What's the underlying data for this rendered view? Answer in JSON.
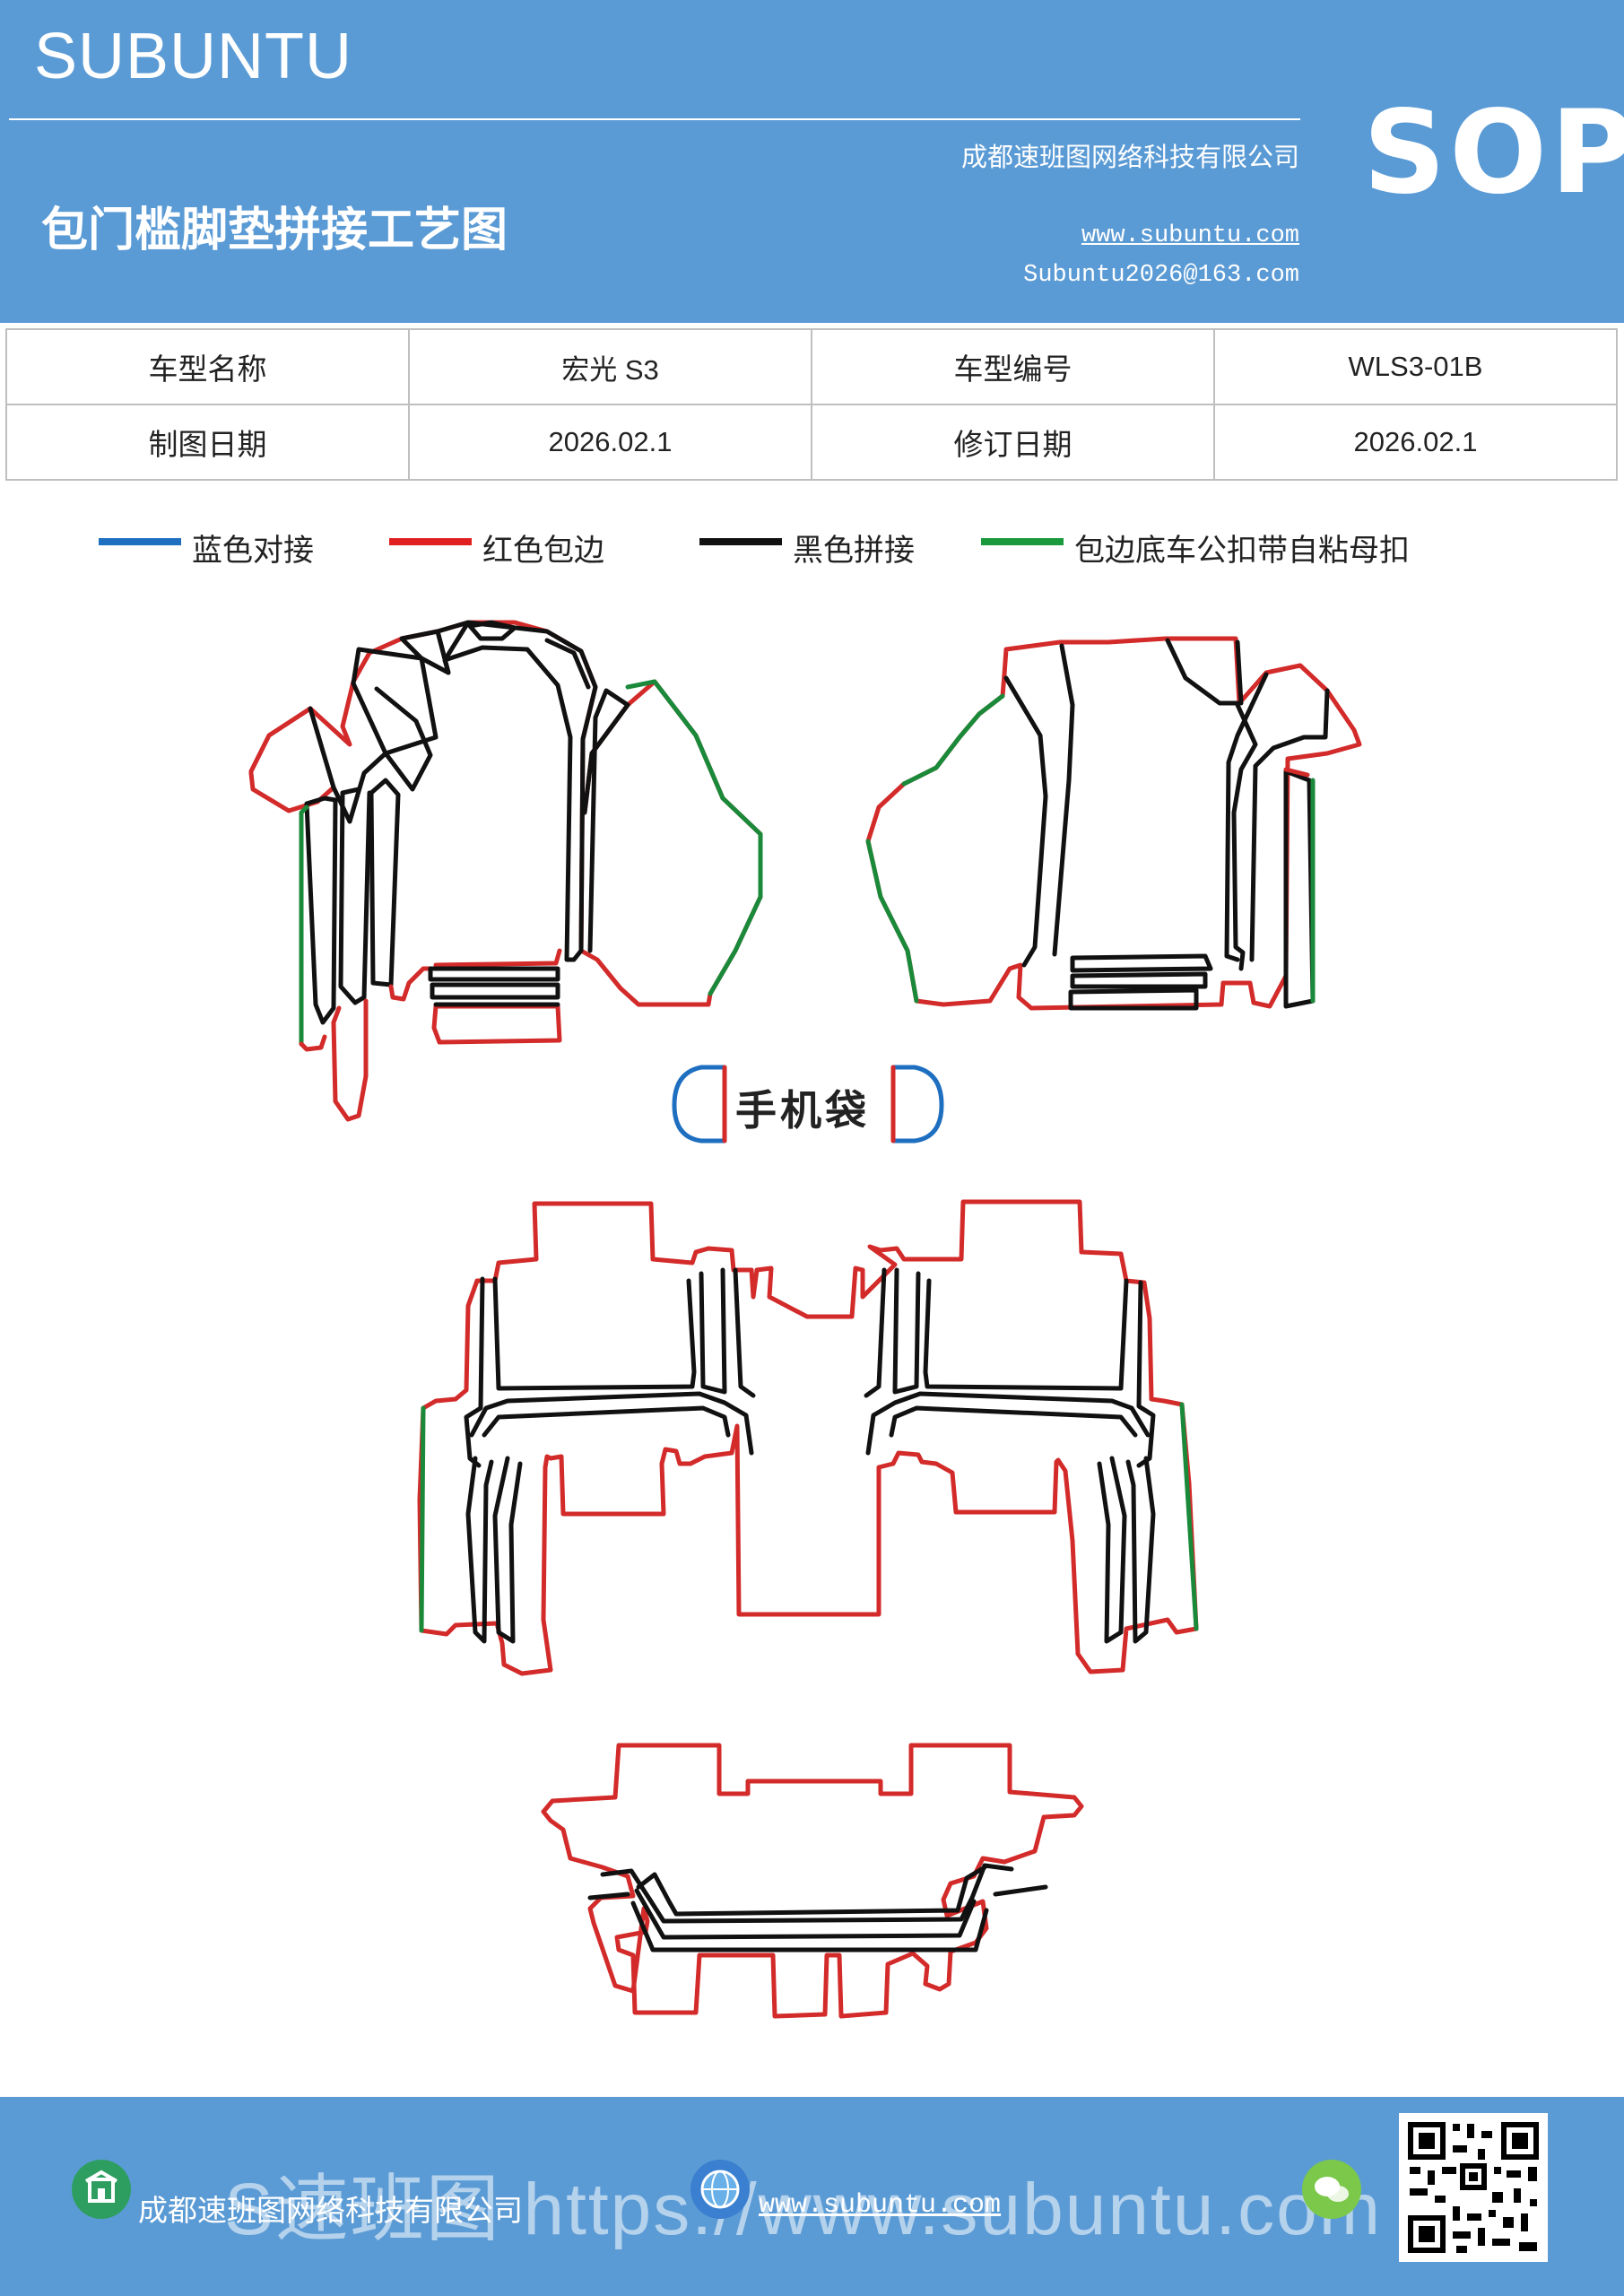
{
  "header": {
    "brand": "SUBUNTU",
    "badge": "SOP",
    "company": "成都速班图网络科技有限公司",
    "title": "包门槛脚垫拼接工艺图",
    "website": "www.subuntu.com",
    "email": "Subuntu2026@163.com"
  },
  "info_table": {
    "rows": [
      [
        "车型名称",
        "宏光 S3",
        "车型编号",
        "WLS3-01B"
      ],
      [
        "制图日期",
        "2026.02.1",
        "修订日期",
        "2026.02.1"
      ]
    ]
  },
  "legend": [
    {
      "label": "蓝色对接",
      "color": "#1f6fc0"
    },
    {
      "label": "红色包边",
      "color": "#e02020"
    },
    {
      "label": "黑色拼接",
      "color": "#111111"
    },
    {
      "label": "包边底车公扣带自粘母扣",
      "color": "#1a9a3c"
    }
  ],
  "diagram": {
    "phone_pocket_label": "手机袋",
    "colors": {
      "edge": "#d32a2a",
      "seam": "#111111",
      "join": "#1f6fc0",
      "fastener": "#1a8a3a"
    }
  },
  "footer": {
    "company": "成都速班图网络科技有限公司",
    "website": "www.subuntu.com",
    "watermark": "S速班图 https://www.subuntu.com"
  }
}
